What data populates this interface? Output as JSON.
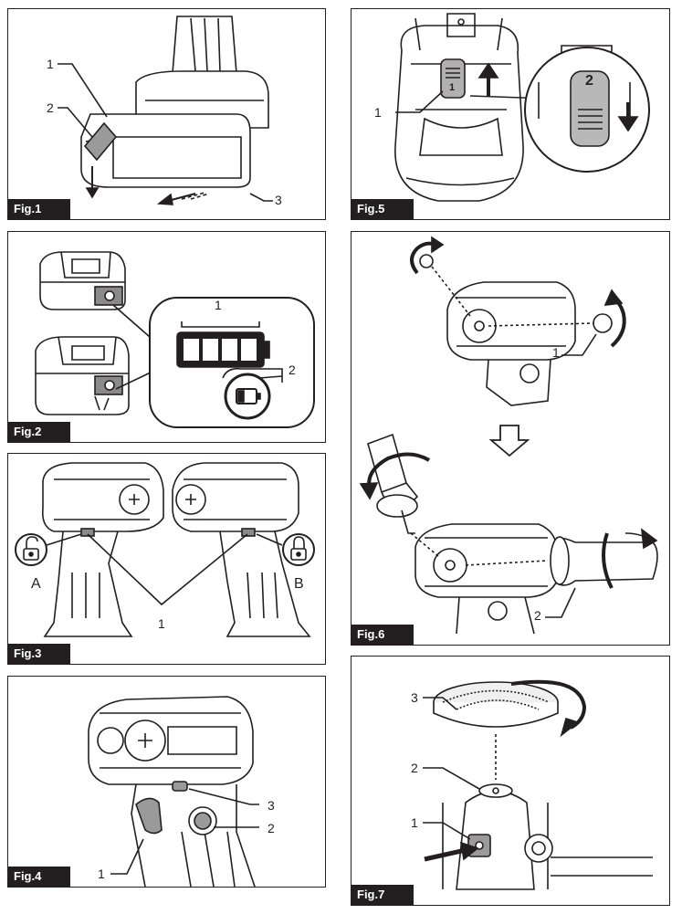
{
  "figures": {
    "fig1": {
      "label": "Fig.1",
      "callouts": {
        "c1": "1",
        "c2": "2",
        "c3": "3"
      }
    },
    "fig2": {
      "label": "Fig.2",
      "callouts": {
        "c1": "1",
        "c2": "2"
      }
    },
    "fig3": {
      "label": "Fig.3",
      "callouts": {
        "c1": "1",
        "a": "A",
        "b": "B"
      }
    },
    "fig4": {
      "label": "Fig.4",
      "callouts": {
        "c1": "1",
        "c2": "2",
        "c3": "3"
      }
    },
    "fig5": {
      "label": "Fig.5",
      "callouts": {
        "c1": "1",
        "inset_2": "2",
        "switch_1": "1"
      }
    },
    "fig6": {
      "label": "Fig.6",
      "callouts": {
        "c1": "1",
        "c2": "2"
      }
    },
    "fig7": {
      "label": "Fig.7",
      "callouts": {
        "c1": "1",
        "c2": "2",
        "c3": "3"
      }
    }
  },
  "icons": [
    "unlock-icon",
    "lock-icon",
    "battery-indicator-icon",
    "battery-low-icon",
    "rotation-arrow-icon",
    "down-arrow-icon"
  ]
}
